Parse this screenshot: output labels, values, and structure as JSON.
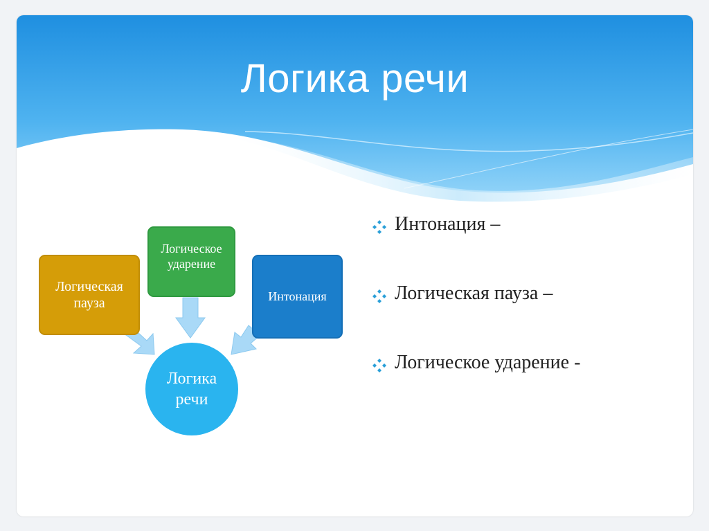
{
  "slide": {
    "title": "Логика речи"
  },
  "diagram": {
    "center": {
      "line1": "Логика",
      "line2": "речи",
      "color": "#2ab4ef"
    },
    "boxes": [
      {
        "line1": "Логическая",
        "line2": "пауза",
        "color": "#d59d08"
      },
      {
        "line1": "Логическое",
        "line2": "ударение",
        "color": "#3aaa4b"
      },
      {
        "line1": "Интонация",
        "color": "#1b7ecb"
      }
    ],
    "arrow_color": "#a9d9f7"
  },
  "bullets": [
    {
      "text": "Интонация –",
      "icon": "diamond-bullet-icon"
    },
    {
      "text": "Логическая пауза –",
      "icon": "diamond-bullet-icon"
    },
    {
      "text": "Логическое ударение -",
      "icon": "diamond-bullet-icon"
    }
  ],
  "colors": {
    "header_blue": "#1f8fe0",
    "bullet_accent": "#2a9fd8"
  }
}
